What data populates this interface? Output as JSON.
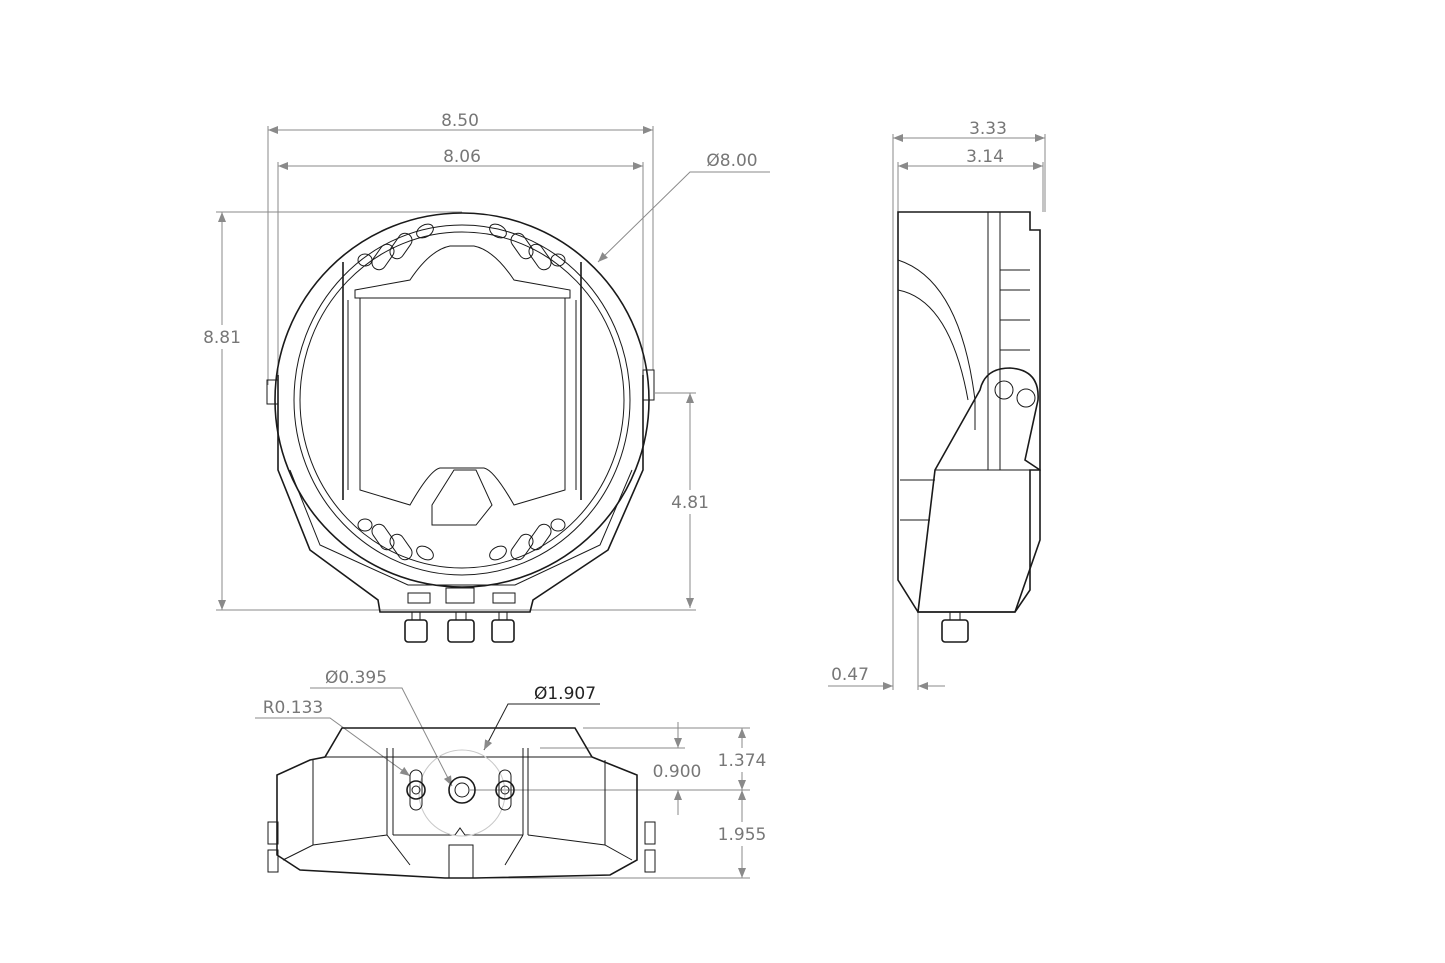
{
  "drawing": {
    "front_view": {
      "width_overall": "8.50",
      "width_body": "8.06",
      "diameter": "Ø8.00",
      "height_overall": "8.81",
      "mount_height": "4.81"
    },
    "side_view": {
      "depth_overall": "3.33",
      "depth_body": "3.14",
      "offset": "0.47"
    },
    "bottom_view": {
      "slot_radius": "R0.133",
      "hole_diameter": "Ø0.395",
      "bolt_circle_diameter": "Ø1.907",
      "height_top": "1.374",
      "center_offset": "0.900",
      "height_bottom": "1.955"
    },
    "colors": {
      "line": "#1a1a1a",
      "dimension": "#8a8a8a",
      "background": "#ffffff"
    }
  }
}
